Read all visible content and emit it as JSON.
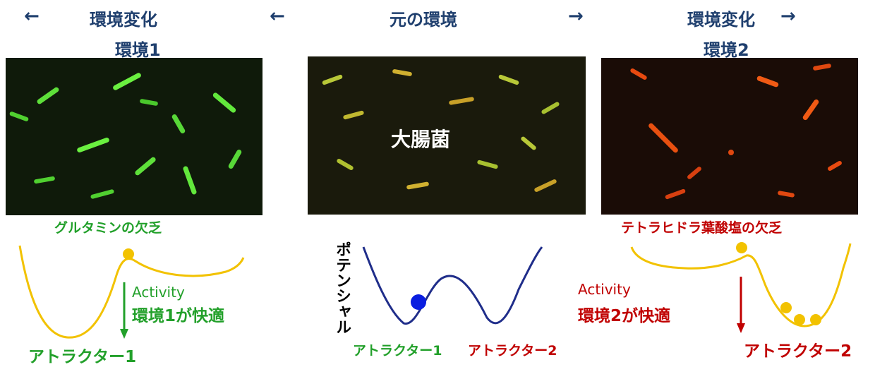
{
  "header": {
    "left_title": "環境変化",
    "left_sub": "環境1",
    "center_title": "元の環境",
    "right_title": "環境変化",
    "right_sub": "環境2",
    "arrow_left": "←",
    "arrow_right": "→"
  },
  "photos": {
    "center_label": "大腸菌"
  },
  "left_panel": {
    "condition": "グルタミンの欠乏",
    "activity": "Activity",
    "comfort": "環境1が快適",
    "attractor": "アトラクター1",
    "ball_color": "#f2c200",
    "curve_color": "#f2c200",
    "arrow_color": "#22a02a"
  },
  "center_panel": {
    "ylabel": "ポテンシャル",
    "attractor1": "アトラクター1",
    "attractor2": "アトラクター2",
    "curve_color": "#1f2d8a",
    "ball_color": "#0a1ee0"
  },
  "right_panel": {
    "condition": "テトラヒドラ葉酸塩の欠乏",
    "activity": "Activity",
    "comfort": "環境2が快適",
    "attractor": "アトラクター2",
    "ball_color": "#f2c200",
    "curve_color": "#f2c200",
    "arrow_color": "#c00000"
  }
}
